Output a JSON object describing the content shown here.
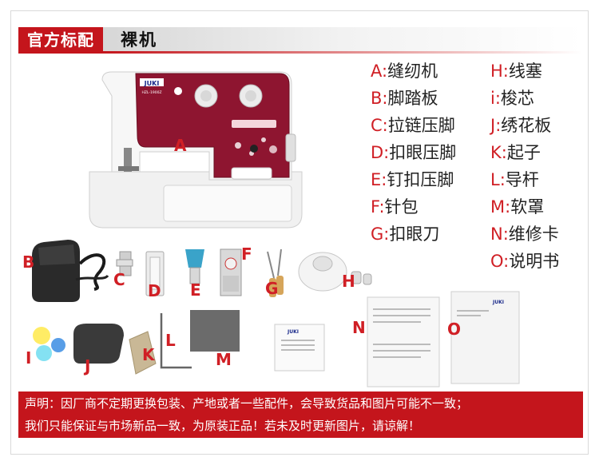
{
  "header": {
    "badge": "官方标配",
    "title": "裸机"
  },
  "legend": [
    {
      "key": "A",
      "sep": ":",
      "name": "缝纫机"
    },
    {
      "key": "B",
      "sep": ":",
      "name": "脚踏板"
    },
    {
      "key": "C",
      "sep": ":",
      "name": "拉链压脚"
    },
    {
      "key": "D",
      "sep": ":",
      "name": "扣眼压脚"
    },
    {
      "key": "E",
      "sep": ":",
      "name": "钉扣压脚"
    },
    {
      "key": "F",
      "sep": ":",
      "name": "针包"
    },
    {
      "key": "G",
      "sep": ":",
      "name": "扣眼刀"
    },
    {
      "key": "H",
      "sep": ":",
      "name": "线塞"
    },
    {
      "key": "i",
      "sep": ":",
      "name": "梭芯"
    },
    {
      "key": "J",
      "sep": ":",
      "name": "绣花板"
    },
    {
      "key": "K",
      "sep": ":",
      "name": "起子"
    },
    {
      "key": "L",
      "sep": ":",
      "name": "导杆"
    },
    {
      "key": "M",
      "sep": ":",
      "name": "软罩"
    },
    {
      "key": "N",
      "sep": ":",
      "name": "维修卡"
    },
    {
      "key": "O",
      "sep": ":",
      "name": "说明书"
    }
  ],
  "image_labels": {
    "A": "A",
    "B": "B",
    "C": "C",
    "D": "D",
    "E": "E",
    "F": "F",
    "G": "G",
    "H": "H",
    "I": "I",
    "J": "J",
    "K": "K",
    "L": "L",
    "M": "M",
    "N": "N",
    "O": "O"
  },
  "machine": {
    "brand": "JUKI",
    "model": "HZL-1900Z"
  },
  "footer": {
    "line1": "声明：因厂商不定期更换包装、产地或者一些配件，会导致货品和图片可能不一致；",
    "line2": "我们只能保证与市场新品一致，为原装正品！若未及时更新图片，请谅解！"
  },
  "colors": {
    "accent_red": "#c4151c",
    "label_red": "#d01f25",
    "machine_maroon": "#8e1530"
  }
}
